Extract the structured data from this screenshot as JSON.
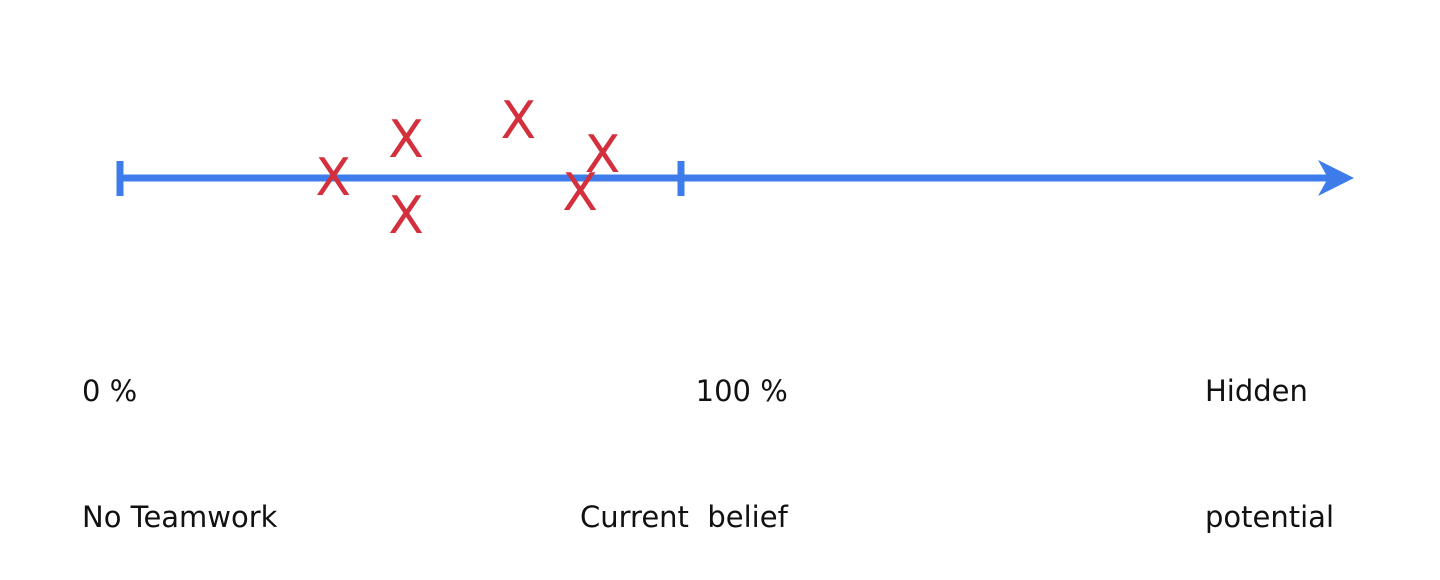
{
  "axis": {
    "color": "#3d7cea",
    "ticks": [
      {
        "name": "zero",
        "value": 0
      },
      {
        "name": "hundred",
        "value": 100
      }
    ]
  },
  "markers": {
    "symbol": "X",
    "color": "#d32f3d",
    "points": [
      {
        "value": 38,
        "offset": 0
      },
      {
        "value": 51,
        "offset": -1
      },
      {
        "value": 51,
        "offset": 1
      },
      {
        "value": 71,
        "offset": -1.5
      },
      {
        "value": 82,
        "offset": 0.4
      },
      {
        "value": 86,
        "offset": -0.6
      }
    ]
  },
  "labels": {
    "zero": {
      "line1": "0 %",
      "line2": "No Teamwork"
    },
    "hundred": {
      "line1": "100 %",
      "line2": "Current  belief"
    },
    "hidden": {
      "line1": "Hidden",
      "line2": "potential"
    }
  }
}
